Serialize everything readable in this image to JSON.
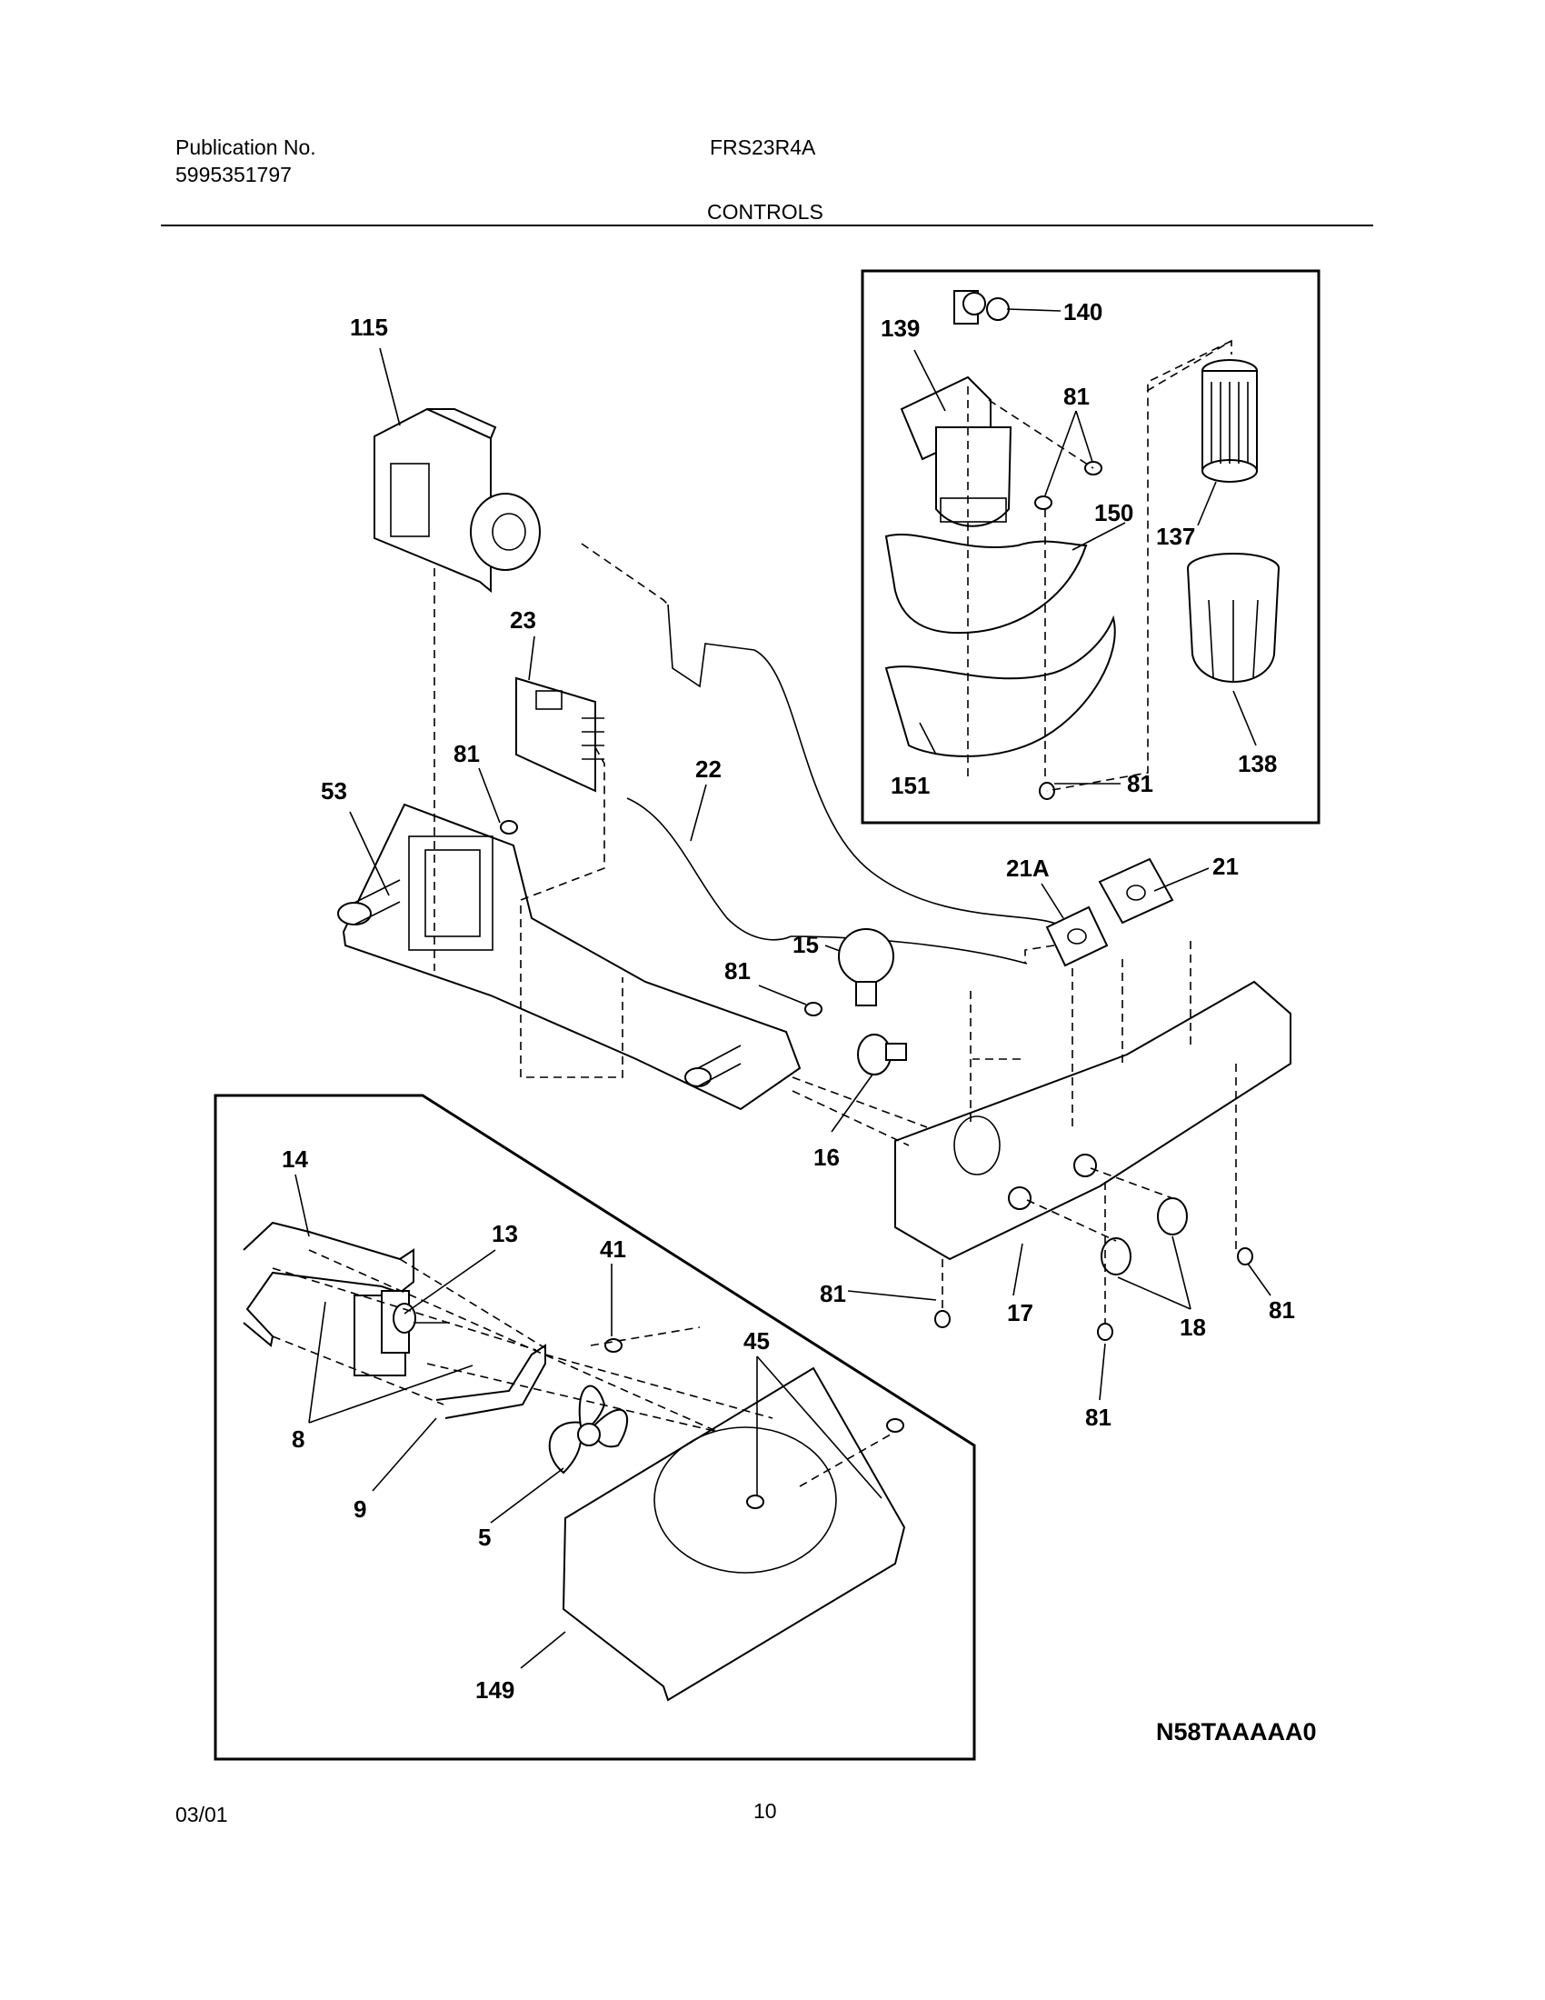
{
  "header": {
    "publication_label": "Publication No.",
    "publication_number": "5995351797",
    "model": "FRS23R4A",
    "section_title": "CONTROLS"
  },
  "callouts": {
    "p115": "115",
    "p23": "23",
    "p22": "22",
    "p81_a": "81",
    "p53": "53",
    "p139": "139",
    "p140": "140",
    "p81_b": "81",
    "p150": "150",
    "p137": "137",
    "p151": "151",
    "p81_c": "81",
    "p138": "138",
    "p21a": "21A",
    "p21": "21",
    "p15": "15",
    "p81_d": "81",
    "p16": "16",
    "p14": "14",
    "p13": "13",
    "p41": "41",
    "p45": "45",
    "p81_e": "81",
    "p17": "17",
    "p18": "18",
    "p81_f": "81",
    "p81_g": "81",
    "p8": "8",
    "p9": "9",
    "p5": "5",
    "p149": "149"
  },
  "diagram_code": "N58TAAAAA0",
  "footer": {
    "date": "03/01",
    "page_number": "10"
  }
}
